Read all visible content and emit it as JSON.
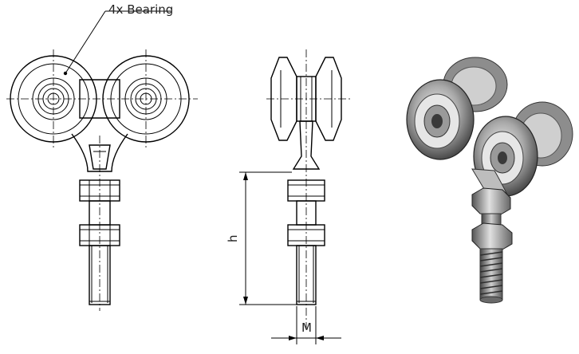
{
  "labels": {
    "bearing_callout": "4x Bearing",
    "dim_height": "h",
    "dim_thread": "M"
  },
  "colors": {
    "line": "#000000",
    "metal_dark": "#5a5a5a",
    "metal_mid": "#9a9a9a",
    "metal_light": "#d8d8d8"
  }
}
